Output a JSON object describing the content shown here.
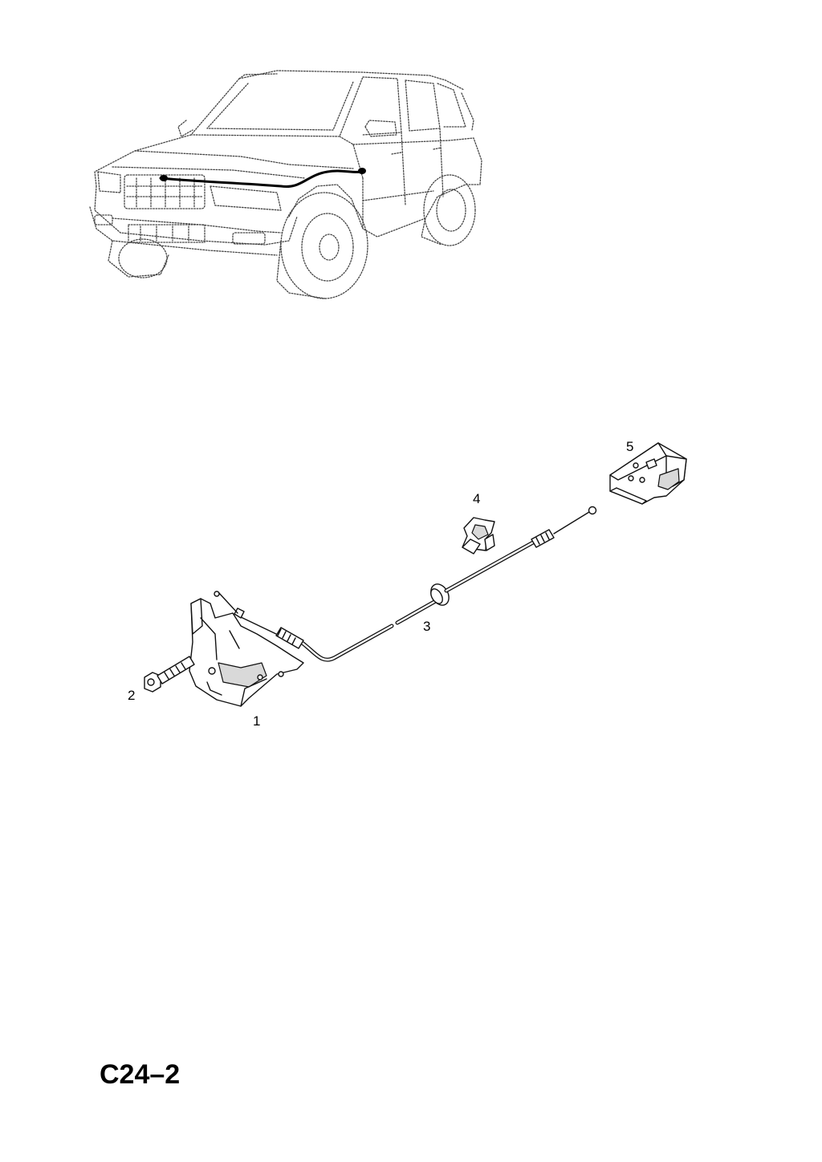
{
  "page_code": "C24–2",
  "callouts": [
    {
      "id": "1",
      "label": "1"
    },
    {
      "id": "2",
      "label": "2"
    },
    {
      "id": "3",
      "label": "3"
    },
    {
      "id": "4",
      "label": "4"
    },
    {
      "id": "5",
      "label": "5"
    }
  ]
}
